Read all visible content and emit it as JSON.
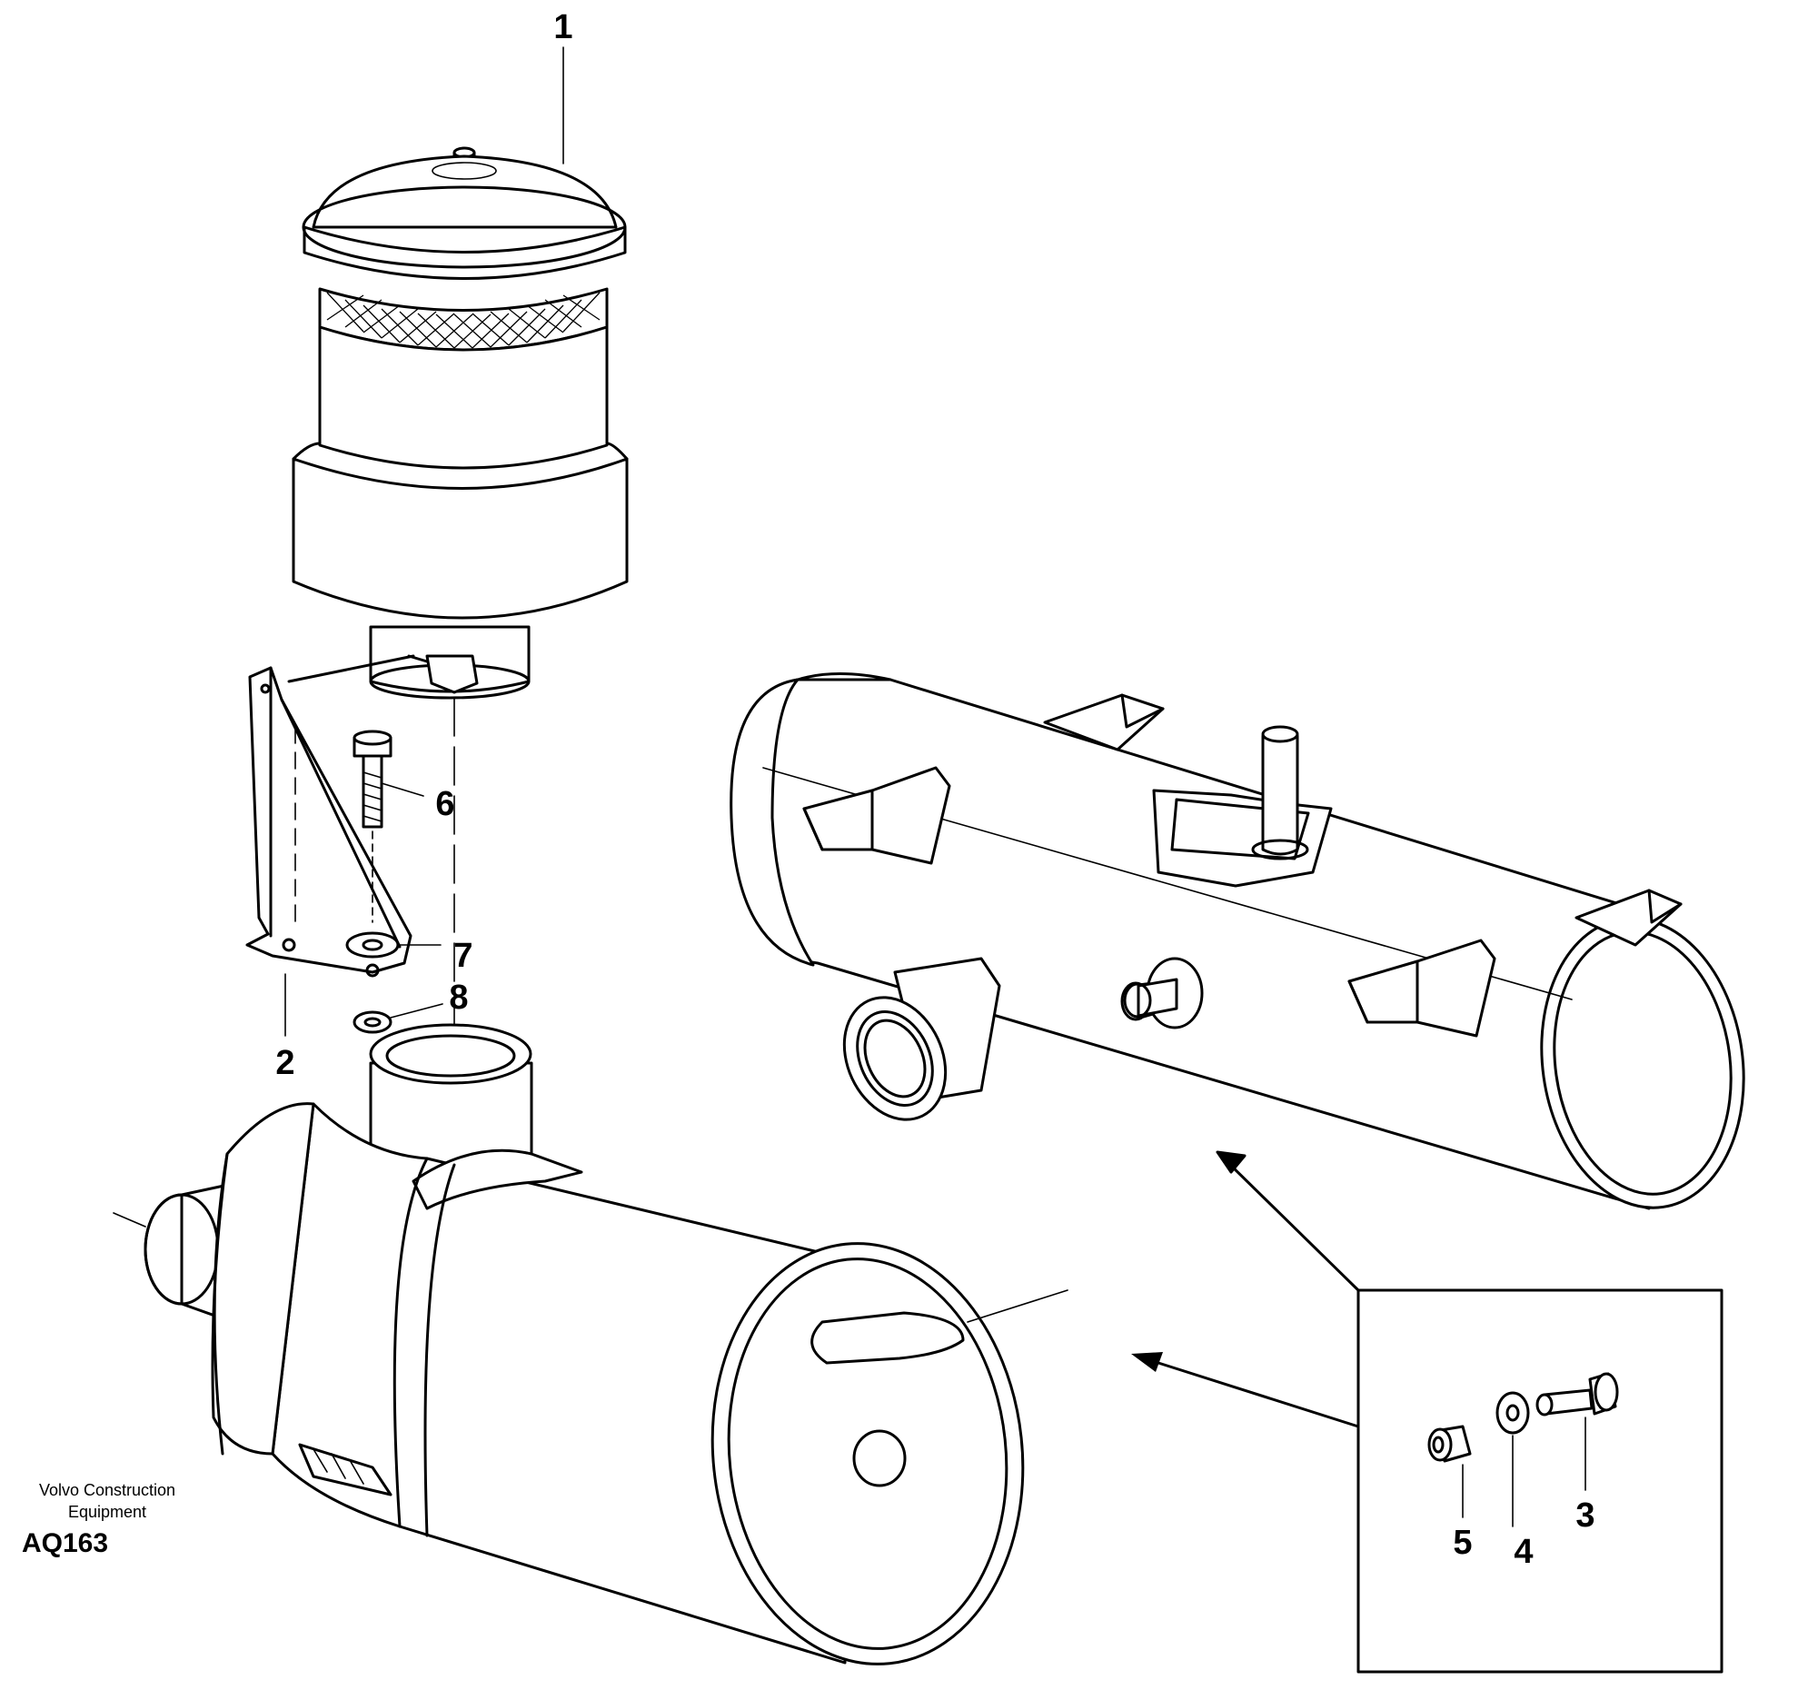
{
  "callouts": {
    "c1": "1",
    "c2": "2",
    "c3": "3",
    "c4": "4",
    "c5": "5",
    "c6": "6",
    "c7": "7",
    "c8": "8"
  },
  "publisher": {
    "line1": "Volvo Construction",
    "line2": "Equipment"
  },
  "drawing_code": "AQ163"
}
